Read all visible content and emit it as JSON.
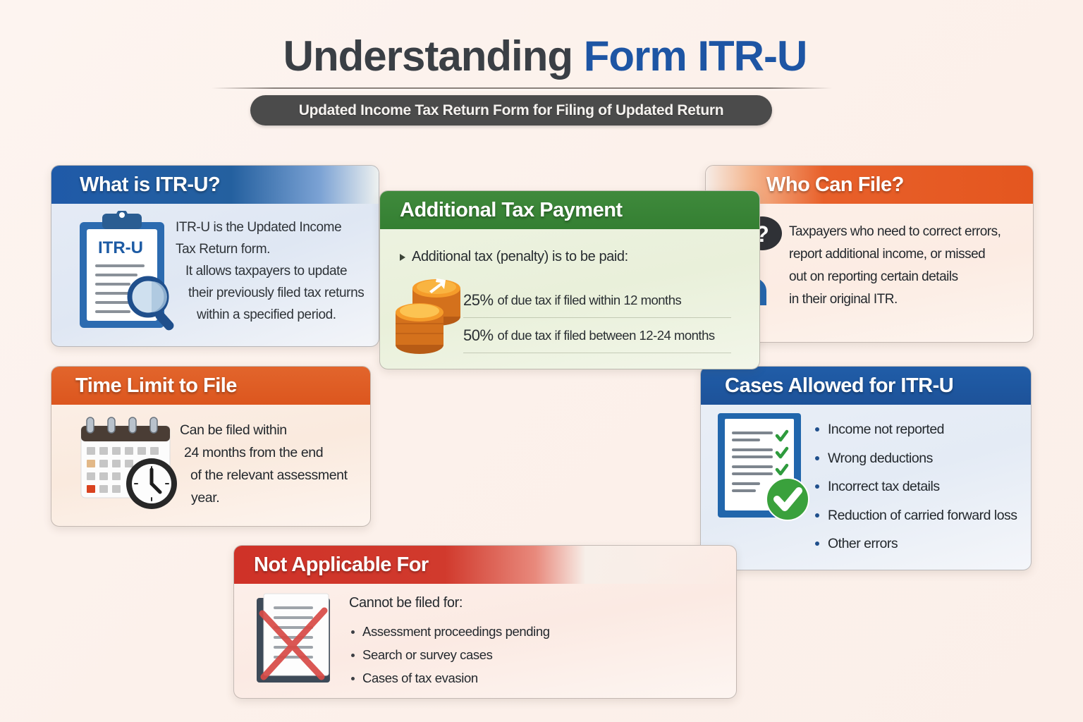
{
  "header": {
    "title_part1": "Understanding ",
    "title_part2": "Form ITR-U",
    "subtitle": "Updated Income Tax Return Form for Filing of Updated Return"
  },
  "colors": {
    "background": "#fcf2ed",
    "blue": "#1f5aa8",
    "orange": "#e4561f",
    "green": "#3f8a3c",
    "red": "#cf3228",
    "title_dark": "#3a3f45",
    "title_blue": "#1d55a4",
    "pill": "#4b4b4b"
  },
  "cards": {
    "what_is": {
      "title": "What is ITR-U?",
      "icon": "clipboard-magnifier-icon",
      "icon_label": "ITR-U",
      "line1": "ITR-U is the Updated Income",
      "line2": "Tax Return form.",
      "line3": "It allows taxpayers to update",
      "line4": "their previously filed tax returns",
      "line5": "within a specified period."
    },
    "additional_tax": {
      "title": "Additional Tax Payment",
      "icon": "coin-stack-icon",
      "lead": "Additional tax (penalty) is to be paid:",
      "rates": [
        {
          "percent": "25%",
          "text": " of due tax if filed within 12 months"
        },
        {
          "percent": "50%",
          "text": " of due tax if filed between 12-24 months"
        }
      ]
    },
    "who_can_file": {
      "title": "Who Can File?",
      "icon": "person-question-icon",
      "line1": "Taxpayers who need to correct errors,",
      "line2": "report additional income, or missed",
      "line3": "out on reporting certain details",
      "line4": "in their original ITR."
    },
    "time_limit": {
      "title": "Time Limit to File",
      "icon": "calendar-clock-icon",
      "line1": "Can be filed within",
      "line2": "24 months from the end",
      "line3": "of the relevant assessment",
      "line4": "year."
    },
    "cases_allowed": {
      "title": "Cases Allowed for ITR-U",
      "icon": "checklist-document-icon",
      "items": [
        "Income not reported",
        "Wrong deductions",
        "Incorrect tax details",
        "Reduction of carried forward loss",
        "Other errors"
      ]
    },
    "not_applicable": {
      "title": "Not Applicable For",
      "icon": "document-cross-icon",
      "lead": "Cannot be filed for:",
      "items": [
        "Assessment proceedings pending",
        "Search or survey cases",
        "Cases of tax evasion"
      ]
    }
  }
}
